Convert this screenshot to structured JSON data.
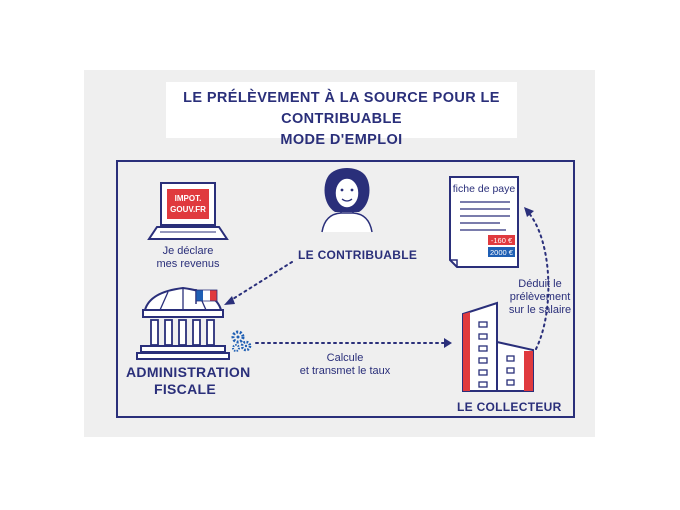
{
  "title": {
    "line1": "LE PRÉLÈVEMENT À LA SOURCE POUR LE CONTRIBUABLE",
    "line2": "MODE D'EMPLOI"
  },
  "laptop": {
    "screen_line1": "IMPOT.",
    "screen_line2": "GOUV.FR"
  },
  "declare": {
    "line1": "Je déclare",
    "line2": "mes revenus"
  },
  "contribuable": {
    "label": "LE CONTRIBUABLE"
  },
  "administration": {
    "line1": "ADMINISTRATION",
    "line2": "FISCALE"
  },
  "calcule": {
    "line1": "Calcule",
    "line2": "et transmet le taux"
  },
  "collecteur": {
    "label": "LE COLLECTEUR"
  },
  "payslip": {
    "title": "fiche de paye",
    "deduction": "-160 €",
    "salary": "2000 €"
  },
  "deduit": {
    "line1": "Déduit le",
    "line2": "prélèvement",
    "line3": "sur le salaire"
  },
  "colors": {
    "navy": "#2a2f7a",
    "red": "#e03a3e",
    "blue": "#1f5fb4",
    "paper": "#efefef"
  }
}
